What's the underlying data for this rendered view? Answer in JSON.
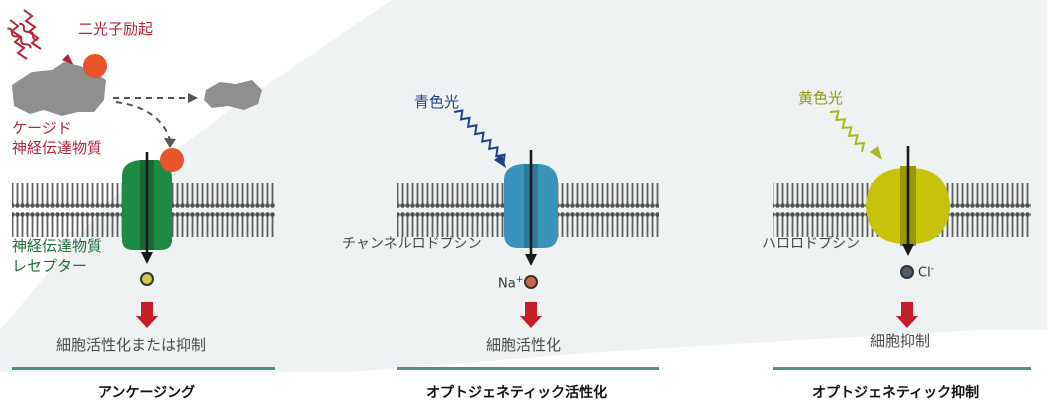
{
  "colors": {
    "uncaging_label": "#b3263a",
    "receptor": "#1f8a45",
    "channelrhodopsin": "#3a93b8",
    "halorhodopsin": "#c7c20a",
    "blue_light": "#223f8f",
    "yellow_light": "#a8b81e",
    "arrow_red": "#c41e2a",
    "divider": "#4f8c8a",
    "membrane": "#5a5a5a",
    "caged_compound": "#8f8f8f",
    "cage_ball": "#e8552a"
  },
  "panel_uncaging": {
    "light_label": "二光子励起",
    "compound_label_line1": "ケージド",
    "compound_label_line2": "神経伝達物質",
    "receptor_label_line1": "神経伝達物質",
    "receptor_label_line2": "レセプター",
    "result": "細胞活性化または抑制",
    "caption": "アンケージング",
    "icons": [
      "wavy-light-icon",
      "caged-compound-icon",
      "cage-group-ball-icon",
      "released-cage-icon",
      "receptor-channel-icon",
      "ion-ball-icon",
      "down-arrow-icon"
    ]
  },
  "panel_activation": {
    "light_label": "青色光",
    "protein_label": "チャンネルロドプシン",
    "ion_label": "Na",
    "ion_superscript": "+",
    "result": "細胞活性化",
    "caption": "オプトジェネティック活性化",
    "icons": [
      "wavy-light-icon",
      "channel-protein-icon",
      "ion-ball-icon",
      "down-arrow-icon"
    ]
  },
  "panel_inhibition": {
    "light_label": "黄色光",
    "protein_label": "ハロロドプシン",
    "ion_label": "Cl",
    "ion_superscript": "-",
    "result": "細胞抑制",
    "caption": "オプトジェネティック抑制",
    "icons": [
      "wavy-light-icon",
      "pump-protein-icon",
      "ion-ball-icon",
      "down-arrow-icon"
    ]
  }
}
